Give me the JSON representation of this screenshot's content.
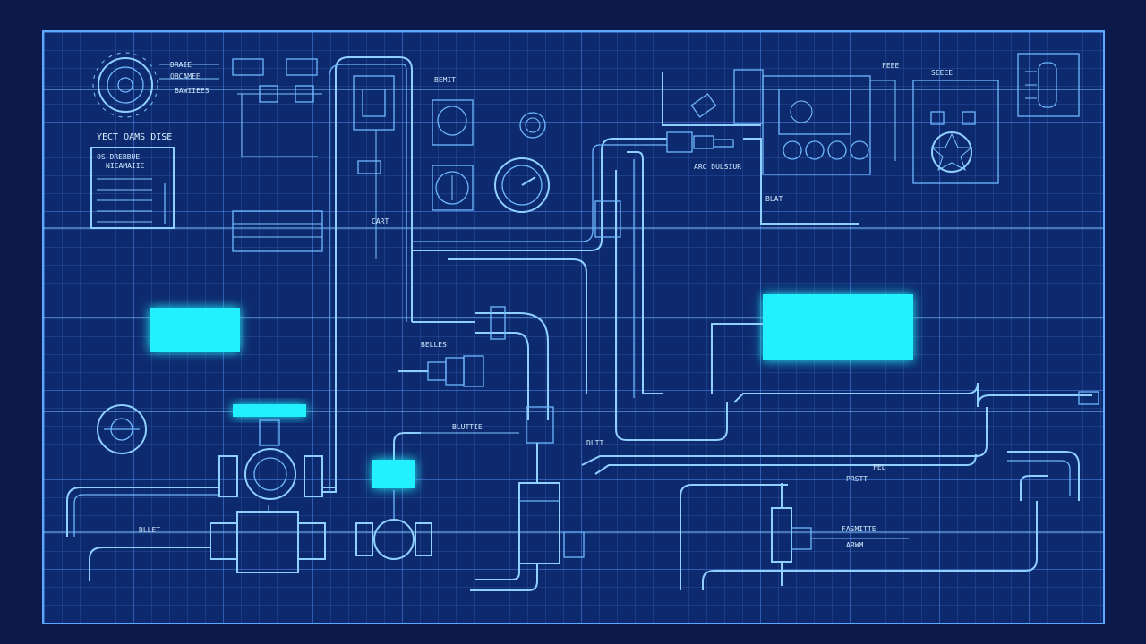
{
  "colors": {
    "background": "#0b1a4a",
    "grid": "#0e2a6e",
    "line": "#8fd0ff",
    "highlight": "#22f0ff"
  },
  "labels": {
    "panel_title": "YECT OAMS DISE",
    "panel_sub": "OS DREBBUE",
    "panel_sub2": "NIEAMAIIE",
    "top_note_1": "DRAIE",
    "top_note_2": "OBCAMEE",
    "top_note_3": "BAWIIEES",
    "center_top": "BEMIT",
    "cart": "CART",
    "control": "ARC DULSIUR",
    "belles": "BELLES",
    "bluttie": "BLUTTIE",
    "inlet": "DLLET",
    "outlet": "DLTT",
    "right_top": "FEEE",
    "right_top_2": "SEEEE",
    "rail": "BLAT",
    "fel": "FEL",
    "prst": "PRSTT",
    "fasmitte": "FASMITTE",
    "arwm": "ARWM"
  }
}
